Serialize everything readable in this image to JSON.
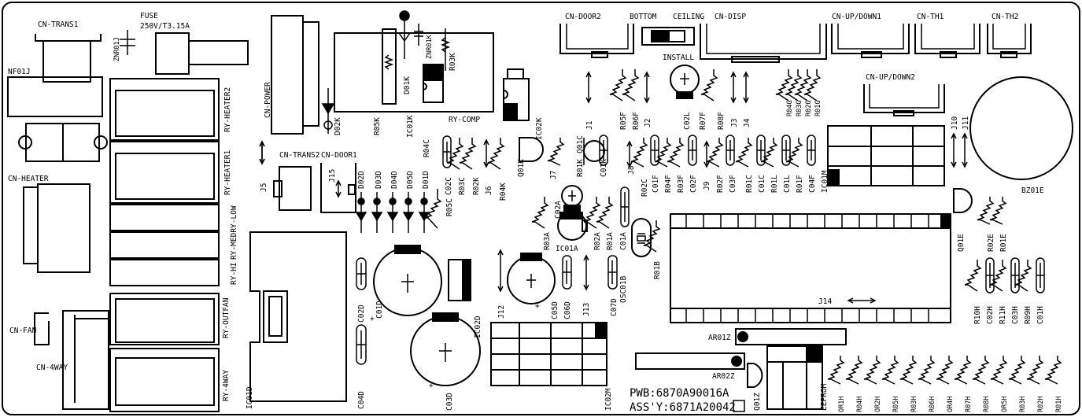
{
  "board": {
    "pwb_line": "PWB:6870A90016A",
    "assy_line": "ASS'Y:6871A20042"
  },
  "labels": {
    "cn_trans1": "CN-TRANS1",
    "fuse": "FUSE",
    "fuse_rating": "250V/T3.15A",
    "znr01j": "ZNR01J",
    "nf01j": "NF01J",
    "cn_heater": "CN-HEATER",
    "cn_fan": "CN-FAN",
    "cn_4way": "CN-4WAY",
    "ry_heater2": "RY-HEATER2",
    "ry_heater1": "RY-HEATER1",
    "ry_medry_low": "RY-MEDRY-LOW",
    "ry_hi": "RY-HI",
    "ry_outfan": "RY-OUTFAN",
    "ry_4way": "RY-4WAY",
    "cn_power": "CN-POWER",
    "d02k": "D02K",
    "r05k": "R05K",
    "d01k": "D01K",
    "znr01k": "ZNR01K",
    "r03k": "R03K",
    "ic01k": "IC01K",
    "ry_comp": "RY-COMP",
    "r04c": "R04C",
    "cn_trans2": "CN-TRANS2",
    "cn_door1": "CN-DOOR1",
    "j5": "J5",
    "j15": "J15",
    "d02d": "D02D",
    "d03d": "D03D",
    "d04d": "D04D",
    "d05d": "D05D",
    "d01d": "D01D",
    "c02c": "C02C",
    "r03c": "R03C",
    "r02k": "R02K",
    "j6": "J6",
    "r04k": "R04K",
    "r05c": "R05C",
    "ic02k": "IC02K",
    "q01k": "Q01K",
    "c02d": "C02D",
    "c01d": "C01D",
    "ic02d": "IC02D",
    "c04d": "C04D",
    "c03d": "C03D",
    "ic01d": "IC01D",
    "j12": "J12",
    "c05d": "C05D",
    "c06d": "C06D",
    "j13": "J13",
    "c07d": "C07D",
    "ic02m": "IC02M",
    "q01z": "Q01Z",
    "eeprom": "EEPROM",
    "cn_door2": "CN-DOOR2",
    "bottom": "BOTTOM",
    "ceiling": "CEILING",
    "install": "INSTALL",
    "cn_disp": "CN-DISP",
    "cn_updown1": "CN-UP/DOWN1",
    "cn_th1": "CN-TH1",
    "cn_th2": "CN-TH2",
    "cn_updown2": "CN-UP/DOWN2",
    "j1": "J1",
    "r05f": "R05F",
    "r06f": "R06F",
    "j2": "J2",
    "c02l": "C02L",
    "r07f": "R07F",
    "r08f": "R08F",
    "j3": "J3",
    "j4": "J4",
    "r04g": "R04G",
    "r03g": "R03G",
    "r02g": "R02G",
    "r01g": "R01G",
    "j10": "J10",
    "j11": "J11",
    "bz01e": "BZ01E",
    "j7": "J7",
    "r01k": "R01K",
    "q01c": "Q01C",
    "c01k": "C01K",
    "j8": "J8",
    "r02c": "R02C",
    "c01f": "C01F",
    "r04f": "R04F",
    "r03f": "R03F",
    "c02f": "C02F",
    "j9": "J9",
    "r02f": "R02F",
    "c03f": "C03F",
    "r01c": "R01C",
    "c01c": "C01C",
    "r01l": "R01L",
    "c01l": "C01L",
    "r01f": "R01F",
    "c04f": "C04F",
    "ic01m": "IC01M",
    "c02a": "C02A",
    "r03a": "R03A",
    "ic01a": "IC01A",
    "r02a": "R02A",
    "r01a": "R01A",
    "c01a": "C01A",
    "osc01b": "OSC01B",
    "r01b": "R01B",
    "j14": "J14",
    "q01e": "Q01E",
    "r02e": "R02E",
    "r01e": "R01E",
    "r10h": "R10H",
    "c02h": "C02H",
    "r11h": "R11H",
    "c03h": "C03H",
    "r09h": "R09H",
    "c01h": "C01H",
    "ar01z": "AR01Z",
    "ar02z": "AR02Z",
    "bottom_resistors": [
      "OR1H",
      "R04H",
      "OR2H",
      "R05H",
      "R03H",
      "R06H",
      "OR4H",
      "R07H",
      "R08H",
      "OR5H",
      "R03H",
      "R02H",
      "R01H"
    ]
  }
}
